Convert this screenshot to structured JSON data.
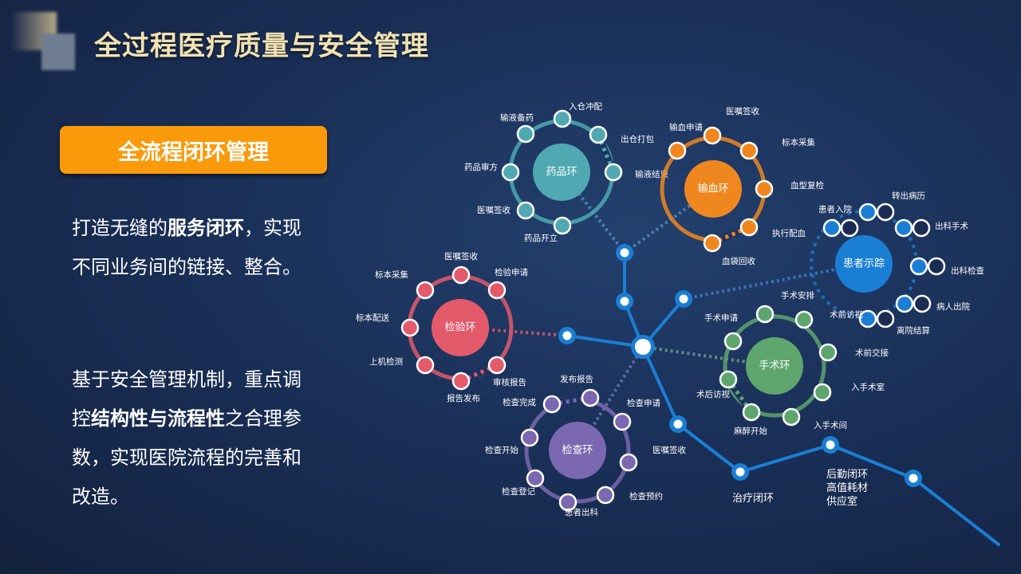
{
  "title": "全过程医疗质量与安全管理",
  "badge": "全流程闭环管理",
  "paragraph1": {
    "a": "打造无缝的",
    "b": "服务闭环",
    "c": "，实现不同业务间的链接、整合。"
  },
  "paragraph2": {
    "a": "基于安全管理机制，重点调控",
    "b": "结构性与流程性",
    "c": "之合理参数，实现医院流程的完善和改造。"
  },
  "colors": {
    "drug": "#4fa8b2",
    "blood": "#f0871e",
    "patient": "#1a7fd4",
    "surgery": "#5fa56e",
    "lab": "#e35a6b",
    "exam": "#7b68b0",
    "network": "#1a7fd4",
    "title": "#f2e2b0",
    "badge": "#fa9a0a"
  },
  "diagram": {
    "drug": {
      "center": "药品环",
      "steps": [
        "输液备药",
        "入仓冲配",
        "出仓打包",
        "输液结束",
        "药品审方",
        "医嘱签收",
        "药品开立"
      ]
    },
    "blood": {
      "center": "输血环",
      "steps": [
        "输血申请",
        "医嘱签收",
        "标本采集",
        "血型复检",
        "执行配血",
        "血袋回收"
      ]
    },
    "patient": {
      "center": "患者示踪",
      "steps": [
        "患者入院",
        "转出病历",
        "出科手术",
        "出科检查",
        "病人出院",
        "术前访视",
        "离院结算"
      ]
    },
    "surgery": {
      "center": "手术环",
      "steps": [
        "手术申请",
        "手术安排",
        "术前交接",
        "入手术室",
        "入手术间",
        "麻醉开始",
        "术后访视"
      ]
    },
    "lab": {
      "center": "检验环",
      "steps": [
        "医嘱签收",
        "检验申请",
        "标本采集",
        "标本配送",
        "上机检测",
        "报告发布",
        "审核报告"
      ]
    },
    "exam": {
      "center": "检查环",
      "steps": [
        "发布报告",
        "检查完成",
        "检查申请",
        "检查预约",
        "患者出科",
        "检查登记",
        "检查开始"
      ]
    },
    "network": {
      "medical_order": "医嘱签收",
      "treatment": "治疗闭环",
      "logistics": [
        "后勤闭环",
        "高值耗材",
        "供应室"
      ]
    }
  }
}
